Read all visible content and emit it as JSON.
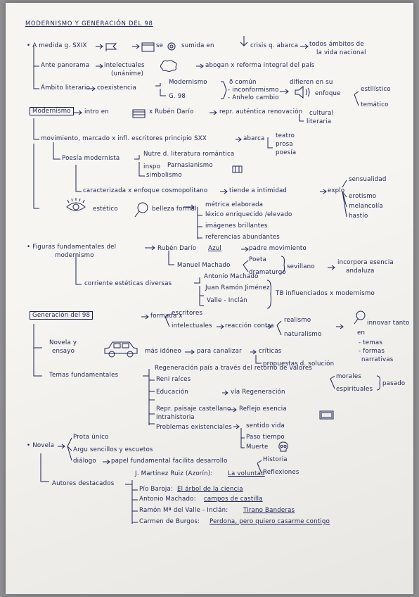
{
  "title": "MODERNISMO Y GENERACIÓN DEL 98",
  "n": {
    "a1": "• A medida g. SXIX",
    "a2": "se",
    "a3": "sumida en",
    "a4": "crisis q. abarca",
    "a5": "todos ámbitos de",
    "a6": "la vida nacional",
    "b1": "Ante panorama",
    "b2": "intelectuales",
    "b3": "(unánime)",
    "b4": "abogan x reforma integral del país",
    "c1": "Ámbito literario",
    "c2": "coexistencia",
    "c3": "Modernismo",
    "c4": "G. 98",
    "c5": "ð común",
    "c6": "- inconformismo",
    "c7": "- Anhelo cambio",
    "c8": "difieren en su",
    "c9": "enfoque",
    "c10": "estilístico",
    "c11": "temático",
    "d1": "Modernismo",
    "d2": "intro en",
    "d3": "x Rubén Darío",
    "d4": "repr. auténtica renovación",
    "d5": "cultural",
    "d6": "literaria",
    "e1": "movimiento, marcado x infl. escritores principio SXX",
    "e2": "abarca",
    "e3": "teatro",
    "e4": "prosa",
    "e5": "poesía",
    "f1": "Poesía modernista",
    "f2": "Nutre d. literatura romántica",
    "f3": "inspo",
    "f4": "Parnasianismo",
    "f5": "simbolismo",
    "g1": "caracterizada x enfoque cosmopolitano",
    "g2": "tiende a intimidad",
    "g3": "explo",
    "g4": "sensualidad",
    "g5": "erotismo",
    "g6": "melancolía",
    "g7": "hastío",
    "h1": "estético",
    "h2": "belleza formal",
    "h3": "métrica elaborada",
    "h4": "léxico enriquecido /elevado",
    "h5": "imágenes brillantes",
    "h6": "referencias abundantes",
    "i1": "• Figuras fundamentales del",
    "i2": "modernismo",
    "i3": "Rubén Darío",
    "i4": "Azul",
    "i5": "padre movimiento",
    "i6": "Manuel Machado",
    "i7": "Poeta",
    "i8": "dramaturgo",
    "i9": "sevillano",
    "i10": "incorpora esencia",
    "i11": "andaluza",
    "j1": "corriente estéticas diversas",
    "j2": "Antonio Machado",
    "j3": "Juan Ramón Jiménez",
    "j4": "Valle - Inclán",
    "j5": "TB influenciados x modernismo",
    "k1": "Generación del 98",
    "k2": "formada x",
    "k3": "escritores",
    "k4": "intelectuales",
    "k5": "reacción contra",
    "k6": "realismo",
    "k7": "naturalismo",
    "k8": "innovar tanto",
    "k9": "en",
    "k10": "- temas",
    "k11": "- formas",
    "k12": "narrativas",
    "l1": "Novela y",
    "l2": "ensayo",
    "l3": "más idóneo",
    "l4": "para canalizar",
    "l5": "críticas",
    "l6": "propuestas d. solución",
    "m1": "Temas fundamentales",
    "m2": "Regeneración país a través del retorno de valores",
    "m3": "morales",
    "m4": "espirituales",
    "m5": "pasado",
    "m6": "Reni raíces",
    "m7": "Educación",
    "m8": "vía Regeneración",
    "m9": "Repr. paisaje castellano",
    "m10": "Reflejo esencia",
    "m11": "Intrahistoria",
    "m12": "Problemas existenciales",
    "m13": "sentido vida",
    "m14": "Paso tiempo",
    "m15": "Muerte",
    "o1": "• Novela",
    "o2": "Prota único",
    "o3": "Argu sencillos y escuetos",
    "o4": "diálogo",
    "o5": "papel fundamental facilita desarrollo",
    "o6": "Historia",
    "o7": "Reflexiones",
    "p1": "Autores destacados",
    "p2": "J. Martínez Ruiz (Azorín):",
    "p3": "La voluntad",
    "p4": "Pío Baroja:",
    "p5": "El árbol de la ciencia",
    "p6": "Antonio Machado:",
    "p7": "campos de castilla",
    "p8": "Ramón Mª del Valle - Inclán:",
    "p9": "Tirano Banderas",
    "p10": "Carmen de Burgos:",
    "p11": "Perdona, pero quiero casarme contigo"
  },
  "icons": {
    "flag": "flag-icon",
    "square": "square-icon",
    "sun": "sun-icon",
    "downarrow": "down-arrow-icon",
    "cloud": "thought-cloud-icon",
    "speaker": "speaker-icon",
    "book": "book-icon",
    "eye": "eye-icon",
    "magnifier": "magnifier-icon",
    "car": "car-icon",
    "skull": "skull-icon"
  }
}
